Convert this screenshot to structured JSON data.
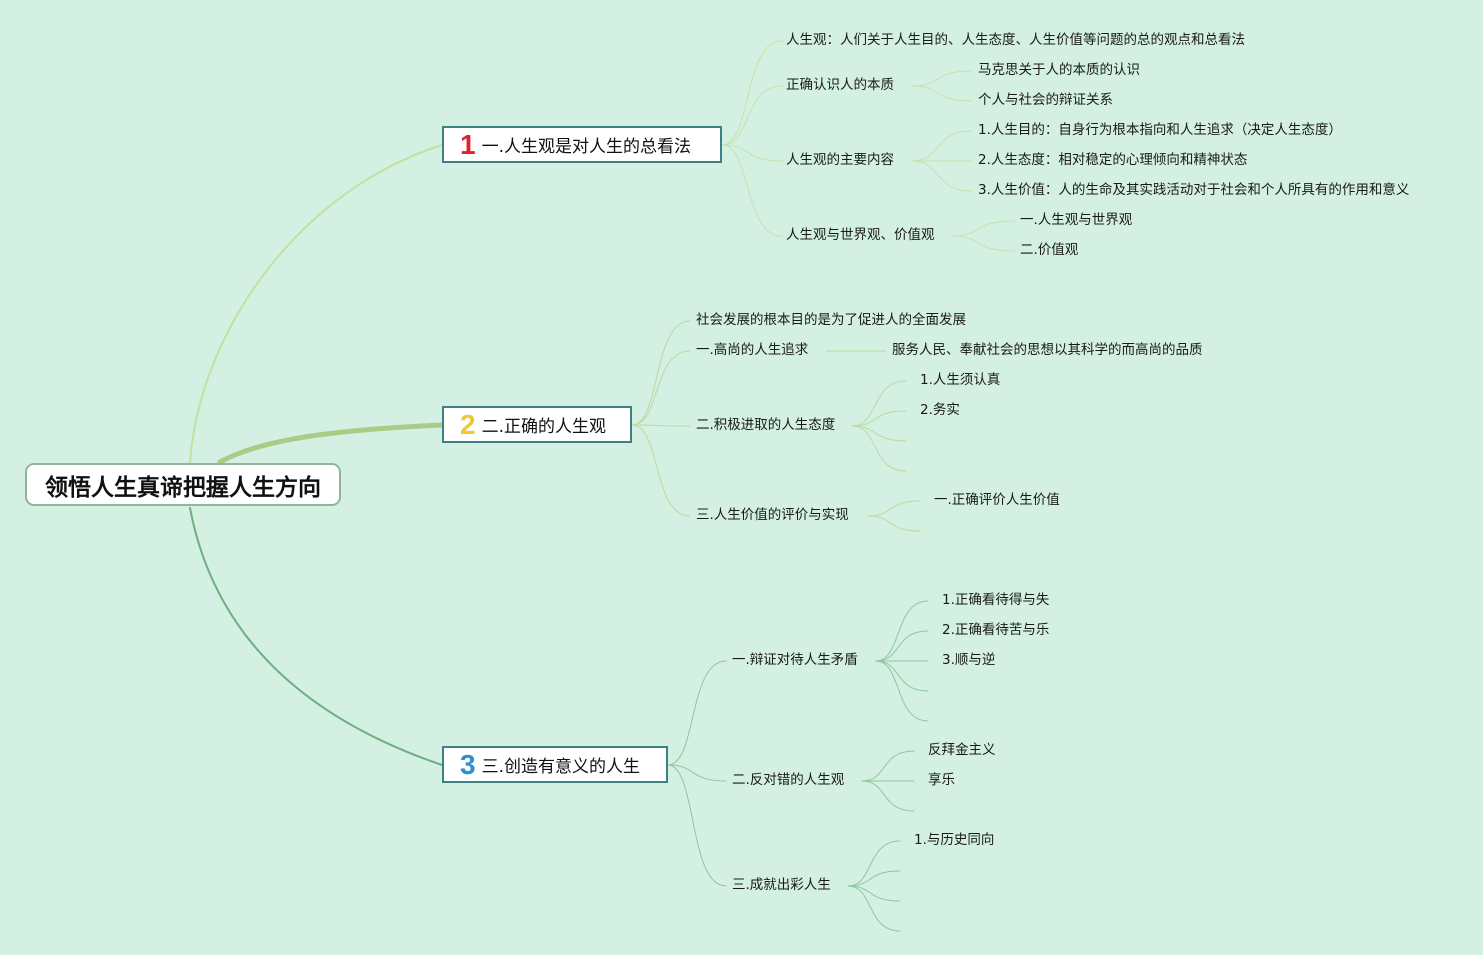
{
  "colors": {
    "background": "#d3f0e2",
    "branch1": "#bfe3a0",
    "branch2": "#a9cc86",
    "branch3": "#6fae80",
    "num1": "#e0202f",
    "num2": "#f0c92e",
    "num3": "#2e8fd6"
  },
  "root": {
    "label": "领悟人生真谛把握人生方向"
  },
  "branches": [
    {
      "num": "1",
      "label": "一.人生观是对人生的总看法",
      "children": [
        {
          "label": "人生观：人们关于人生目的、人生态度、人生价值等问题的总的观点和总看法",
          "children": []
        },
        {
          "label": "正确认识人的本质",
          "children": [
            {
              "label": "马克思关于人的本质的认识"
            },
            {
              "label": "个人与社会的辩证关系"
            }
          ]
        },
        {
          "label": "人生观的主要内容",
          "children": [
            {
              "label": "1.人生目的：自身行为根本指向和人生追求（决定人生态度）"
            },
            {
              "label": "2.人生态度：相对稳定的心理倾向和精神状态"
            },
            {
              "label": "3.人生价值：人的生命及其实践活动对于社会和个人所具有的作用和意义"
            }
          ]
        },
        {
          "label": "人生观与世界观、价值观",
          "children": [
            {
              "label": "一.人生观与世界观"
            },
            {
              "label": "二.价值观"
            }
          ]
        }
      ]
    },
    {
      "num": "2",
      "label": "二.正确的人生观",
      "children": [
        {
          "label": "社会发展的根本目的是为了促进人的全面发展",
          "children": []
        },
        {
          "label": "一.高尚的人生追求",
          "children": [
            {
              "label": "服务人民、奉献社会的思想以其科学的而高尚的品质"
            }
          ]
        },
        {
          "label": "二.积极进取的人生态度",
          "children": [
            {
              "label": "1.人生须认真"
            },
            {
              "label": "2.务实"
            },
            {
              "label": ""
            },
            {
              "label": ""
            }
          ]
        },
        {
          "label": "三.人生价值的评价与实现",
          "children": [
            {
              "label": "一.正确评价人生价值"
            },
            {
              "label": ""
            }
          ]
        }
      ]
    },
    {
      "num": "3",
      "label": "三.创造有意义的人生",
      "children": [
        {
          "label": "一.辩证对待人生矛盾",
          "children": [
            {
              "label": "1.正确看待得与失"
            },
            {
              "label": "2.正确看待苦与乐"
            },
            {
              "label": "3.顺与逆"
            },
            {
              "label": ""
            },
            {
              "label": ""
            }
          ]
        },
        {
          "label": "二.反对错的人生观",
          "children": [
            {
              "label": "反拜金主义"
            },
            {
              "label": "享乐"
            },
            {
              "label": ""
            }
          ]
        },
        {
          "label": "三.成就出彩人生",
          "children": [
            {
              "label": "1.与历史同向"
            },
            {
              "label": ""
            },
            {
              "label": ""
            },
            {
              "label": ""
            }
          ]
        }
      ]
    }
  ]
}
